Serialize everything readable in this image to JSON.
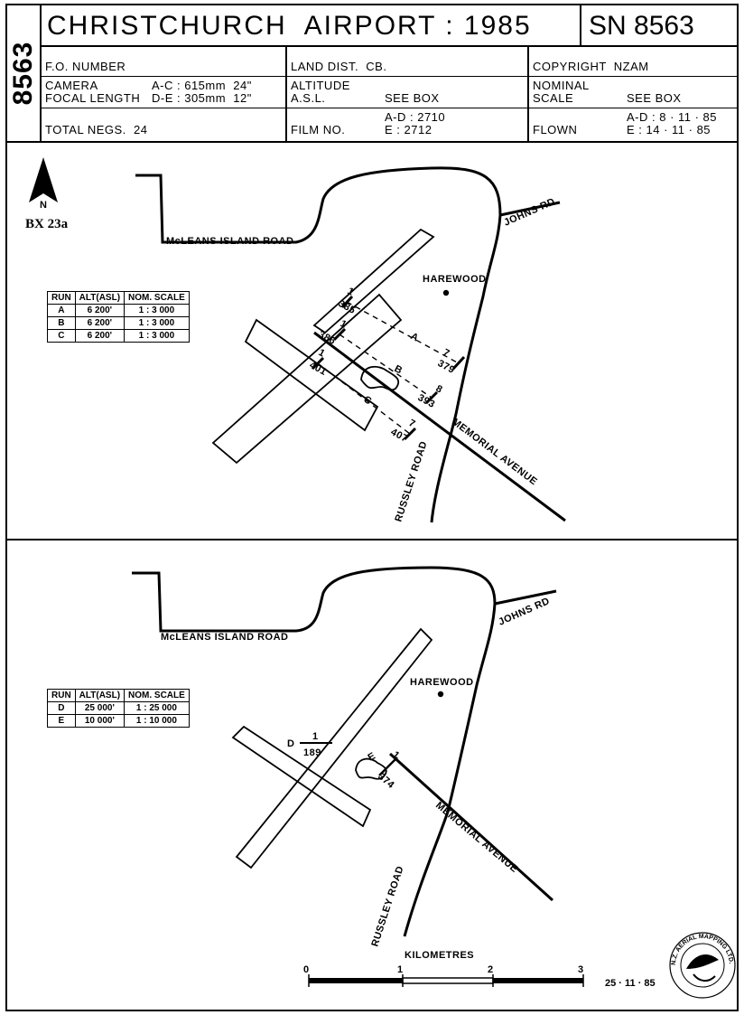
{
  "sheet": {
    "side_code": "8563",
    "title": "CHRISTCHURCH  AIRPORT : 1985",
    "sn": "SN 8563"
  },
  "header": {
    "fo_number_label": "F.O. NUMBER",
    "camera_label": "CAMERA",
    "camera_value": "A-C : 615mm  24\"",
    "focal_label": "FOCAL LENGTH",
    "focal_value": "D-E : 305mm  12\"",
    "total_negs": "TOTAL NEGS.  24",
    "land_dist": "LAND DIST.  CB.",
    "altitude_label": "ALTITUDE",
    "asl_label": "A.S.L.",
    "altitude_value": "SEE BOX",
    "film_label": "FILM NO.",
    "film_ad": "A-D : 2710",
    "film_e": "E : 2712",
    "copyright": "COPYRIGHT  NZAM",
    "nominal_label": "NOMINAL",
    "scale_label": "SCALE",
    "scale_value": "SEE BOX",
    "flown_label": "FLOWN",
    "flown_ad": "A-D : 8 · 11 · 85",
    "flown_e": "E : 14 · 11 · 85"
  },
  "map_top": {
    "north": "N",
    "box_ref": "BX 23a",
    "roads": {
      "mcleans": "McLEANS ISLAND ROAD",
      "johns": "JOHNS RD",
      "memorial": "MEMORIAL  AVENUE",
      "russley": "RUSSLEY  ROAD"
    },
    "place": "HAREWOOD",
    "table_headers": [
      "RUN",
      "ALT(ASL)",
      "NOM. SCALE"
    ],
    "table_rows": [
      [
        "A",
        "6 200'",
        "1 : 3 000"
      ],
      [
        "B",
        "6 200'",
        "1 : 3 000"
      ],
      [
        "C",
        "6 200'",
        "1 : 3 000"
      ]
    ],
    "runs": [
      {
        "run": "A",
        "start_num": "1",
        "start_neg": "385",
        "end_num": "7",
        "end_neg": "379"
      },
      {
        "run": "B",
        "start_num": "1",
        "start_neg": "386",
        "end_num": "8",
        "end_neg": "393"
      },
      {
        "run": "C",
        "start_num": "1",
        "start_neg": "401",
        "end_num": "7",
        "end_neg": "407"
      }
    ]
  },
  "map_bottom": {
    "roads": {
      "mcleans": "McLEANS ISLAND ROAD",
      "johns": "JOHNS RD",
      "memorial": "MEMORIAL  AVENUE",
      "russley": "RUSSLEY  ROAD"
    },
    "place": "HAREWOOD",
    "table_headers": [
      "RUN",
      "ALT(ASL)",
      "NOM. SCALE"
    ],
    "table_rows": [
      [
        "D",
        "25 000'",
        "1 : 25 000"
      ],
      [
        "E",
        "10 000'",
        "1 : 10 000"
      ]
    ],
    "runs": [
      {
        "run": "D",
        "num": "1",
        "neg": "189"
      },
      {
        "run": "E",
        "num": "1",
        "neg": "374"
      }
    ]
  },
  "scale_bar": {
    "title": "KILOMETRES",
    "ticks": [
      "0",
      "1",
      "2",
      "3"
    ]
  },
  "footer": {
    "date": "25 · 11 · 85",
    "logo_text": "N.Z. AERIAL MAPPING LTD."
  }
}
